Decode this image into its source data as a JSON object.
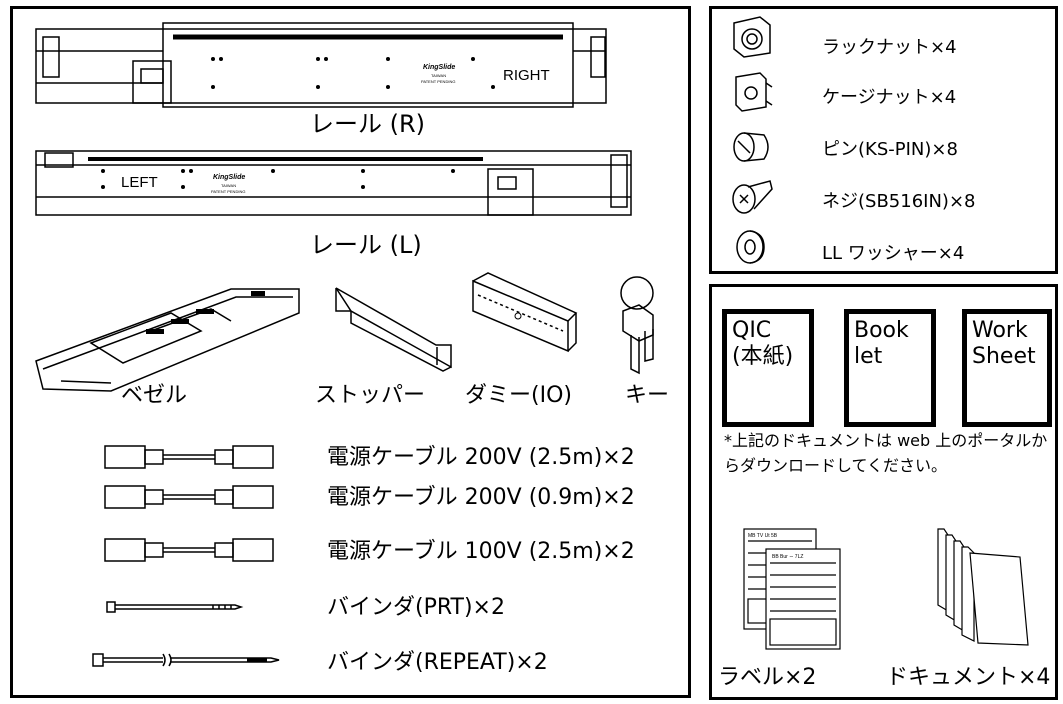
{
  "rails": {
    "right": {
      "label": "レール (R)",
      "side_text": "RIGHT",
      "brand": "KingSlide",
      "sub1": "TAIWAN",
      "sub2": "PATENT PENDING"
    },
    "left": {
      "label": "レール (L)",
      "side_text": "LEFT",
      "brand": "KingSlide",
      "sub1": "TAIWAN",
      "sub2": "PATENT PENDING"
    }
  },
  "accessories": [
    {
      "label": "ベゼル",
      "icon": "bezel-icon"
    },
    {
      "label": "ストッパー",
      "icon": "stopper-icon"
    },
    {
      "label": "ダミー(IO)",
      "icon": "dummy-io-icon"
    },
    {
      "label": "キー",
      "icon": "key-icon"
    }
  ],
  "cables": [
    {
      "label": "電源ケーブル 200V (2.5m)×2",
      "icon": "power-cable-icon"
    },
    {
      "label": "電源ケーブル 200V (0.9m)×2",
      "icon": "power-cable-icon"
    },
    {
      "label": "電源ケーブル 100V (2.5m)×2",
      "icon": "power-cable-icon"
    }
  ],
  "binders": [
    {
      "label": "バインダ(PRT)×2",
      "icon": "cable-tie-icon"
    },
    {
      "label": "バインダ(REPEAT)×2",
      "icon": "cable-tie-long-icon"
    }
  ],
  "parts": [
    {
      "label": "ラックナット×4",
      "icon": "rack-nut-icon"
    },
    {
      "label": "ケージナット×4",
      "icon": "cage-nut-icon"
    },
    {
      "label": "ピン(KS-PIN)×8",
      "icon": "pin-icon"
    },
    {
      "label": "ネジ(SB516IN)×8",
      "icon": "screw-icon"
    },
    {
      "label": "LL ワッシャー×4",
      "icon": "washer-icon"
    }
  ],
  "documents": {
    "boxes": [
      {
        "line1": "QIC",
        "line2": "(本紙)"
      },
      {
        "line1": "Book",
        "line2": "let"
      },
      {
        "line1": "Work",
        "line2": "Sheet"
      }
    ],
    "note": "*上記のドキュメントは web 上のポータルからダウンロードしてください。",
    "label_sheet": {
      "label": "ラベル×2",
      "icon": "label-sheet-icon",
      "tag1": "MB TV Ut 5B",
      "tag2": "BB Bur ∽ 7LZ"
    },
    "documents_label": "ドキュメント×4",
    "documents_icon": "document-stack-icon"
  }
}
